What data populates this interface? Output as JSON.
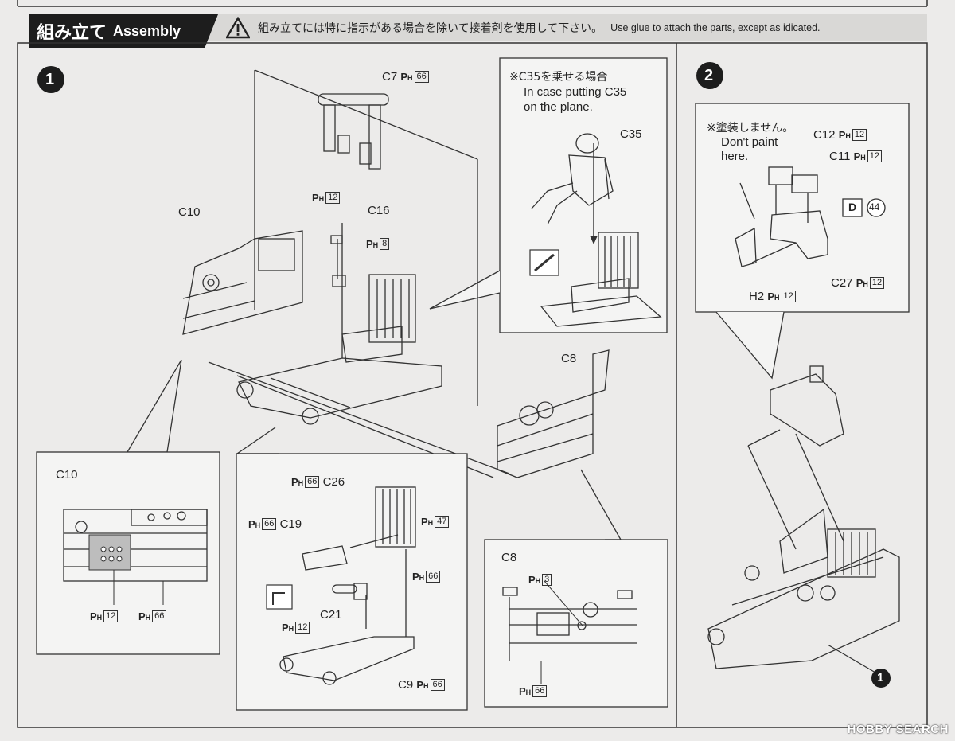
{
  "header": {
    "title_jp": "組み立て",
    "title_en": "Assembly",
    "warning_jp": "組み立てには特に指示がある場合を除いて接着剤を使用して下さい。",
    "warning_en": "Use glue to attach the parts, except as idicated."
  },
  "steps": {
    "step1": "1",
    "step2": "2",
    "ref1": "1"
  },
  "paint_prefix": "P",
  "paint_sub": "H",
  "step1": {
    "c7": {
      "label": "C7",
      "paint": "66"
    },
    "c7_ph": "12",
    "c16": {
      "label": "C16",
      "paint": "8"
    },
    "c10": "C10",
    "c8": "C8",
    "callout_c35": {
      "note_jp": "※C35を乗せる場合",
      "note_en_1": "In case putting C35",
      "note_en_2": "on the plane.",
      "part": "C35"
    },
    "inset_c10": {
      "title": "C10",
      "paint_a": "12",
      "paint_b": "66"
    },
    "inset_seat": {
      "c26": "C26",
      "c26_paint": "66",
      "c19": "C19",
      "c19_paint": "66",
      "c21": "C21",
      "c21_paint": "12",
      "p47": "47",
      "p66": "66",
      "c9": "C9",
      "c9_paint": "66"
    },
    "inset_c8": {
      "title": "C8",
      "paint_a": "3",
      "paint_b": "66"
    }
  },
  "step2": {
    "note_jp": "※塗装しません。",
    "note_en_1": "Don't paint",
    "note_en_2": "here.",
    "c12": {
      "label": "C12",
      "paint": "12"
    },
    "c11": {
      "label": "C11",
      "paint": "12"
    },
    "decal_letter": "D",
    "decal_number": "44",
    "c27": {
      "label": "C27",
      "paint": "12"
    },
    "h2": {
      "label": "H2",
      "paint": "12"
    }
  },
  "watermark": "HOBBY SEARCH"
}
